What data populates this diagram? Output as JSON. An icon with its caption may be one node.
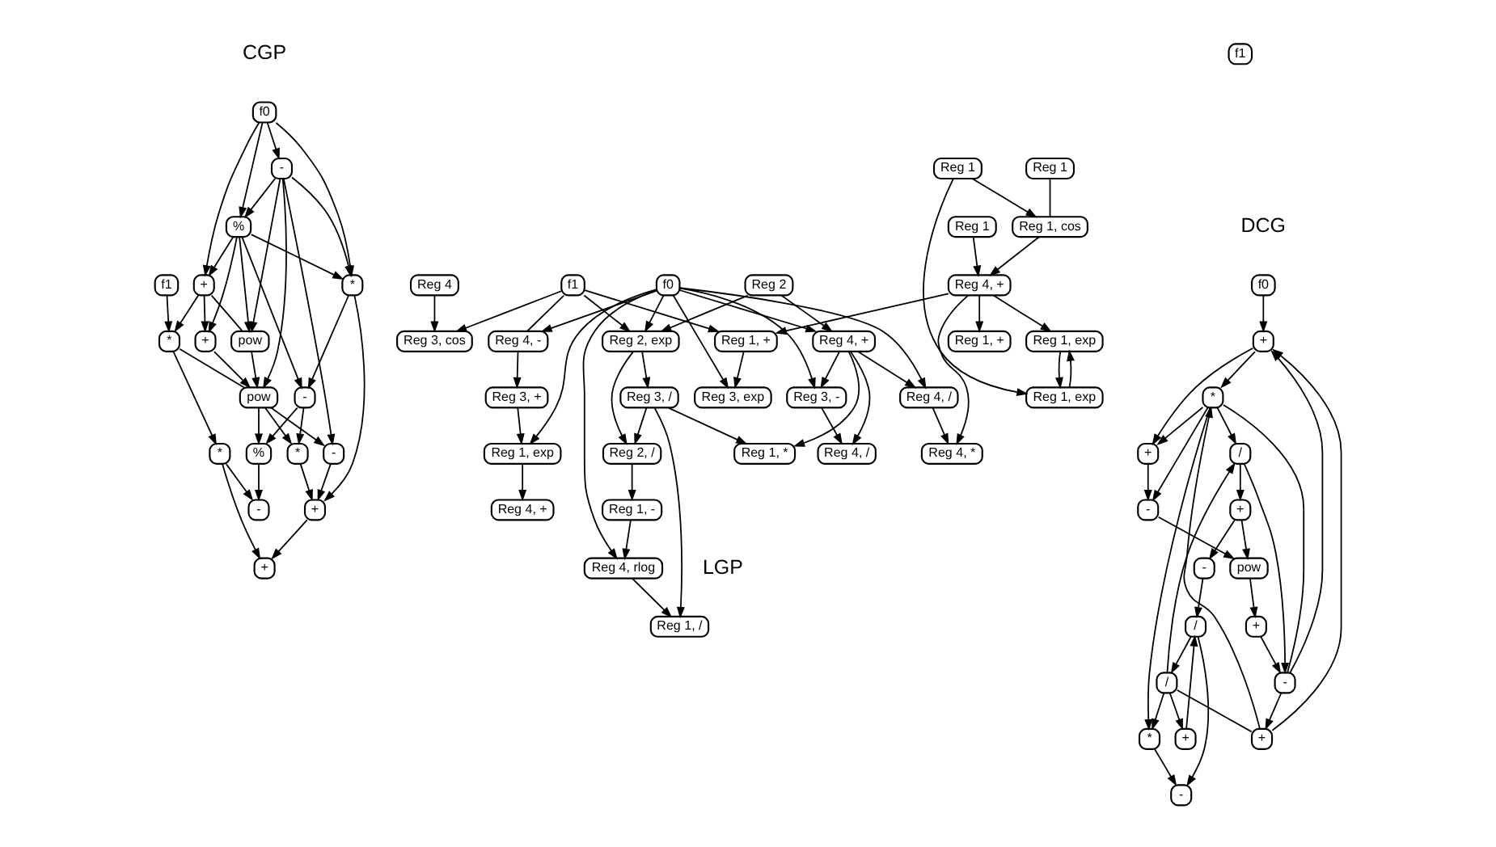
{
  "diagram": {
    "nodes": [
      {
        "text": [
          "f0"
        ]
      },
      {
        "text": [
          "f1"
        ]
      },
      {
        "text": [
          "-"
        ]
      },
      {
        "text": [
          "*"
        ]
      },
      {
        "text": [
          "-"
        ]
      },
      {
        "text": [
          "*"
        ]
      },
      {
        "text": [
          "%"
        ]
      },
      {
        "text": [
          "+"
        ]
      },
      {
        "text": [
          "%"
        ]
      },
      {
        "text": [
          "+"
        ]
      },
      {
        "text": [
          "+"
        ]
      },
      {
        "text": [
          "pow"
        ]
      },
      {
        "text": [
          "*"
        ]
      },
      {
        "text": [
          "+"
        ]
      },
      {
        "text": [
          "*"
        ]
      },
      {
        "text": [
          "pow"
        ]
      },
      {
        "text": [
          "-"
        ]
      },
      {
        "text": [
          "-"
        ]
      },
      {
        "text": [
          "f0"
        ]
      },
      {
        "text": [
          "f1"
        ]
      },
      {
        "text": [
          "-"
        ]
      },
      {
        "text": [
          "/"
        ]
      },
      {
        "text": [
          "/"
        ]
      },
      {
        "text": [
          "+"
        ]
      },
      {
        "text": [
          "/"
        ]
      },
      {
        "text": [
          "*"
        ]
      },
      {
        "text": [
          "+"
        ]
      },
      {
        "text": [
          "+"
        ]
      },
      {
        "text": [
          "+"
        ]
      },
      {
        "text": [
          "-"
        ]
      },
      {
        "text": [
          "*"
        ]
      },
      {
        "text": [
          "+"
        ]
      },
      {
        "text": [
          "-"
        ]
      },
      {
        "text": [
          "+"
        ]
      },
      {
        "text": [
          "pow"
        ]
      },
      {
        "text": [
          "-"
        ]
      },
      {
        "text": [
          "Reg 1, /"
        ]
      },
      {
        "text": [
          "Reg 3, /"
        ]
      },
      {
        "text": [
          "Reg 1, -"
        ]
      },
      {
        "text": [
          "Reg 4, /"
        ]
      },
      {
        "text": [
          "Reg 4, +"
        ]
      },
      {
        "text": [
          "Reg 3, +"
        ]
      },
      {
        "text": [
          "Reg 4, *"
        ]
      },
      {
        "text": [
          "Reg 1, exp"
        ]
      },
      {
        "text": [
          "Reg 1, +"
        ]
      },
      {
        "text": [
          "Reg 1"
        ]
      },
      {
        "text": [
          "Reg 1, *"
        ]
      },
      {
        "text": [
          "Reg 2, /"
        ]
      },
      {
        "text": [
          "Reg 3, -"
        ]
      },
      {
        "text": [
          "Reg 1, exp"
        ]
      },
      {
        "text": [
          "Reg 4, -"
        ]
      },
      {
        "text": [
          "Reg 1, exp"
        ]
      },
      {
        "text": [
          "Reg 4, +"
        ]
      },
      {
        "text": [
          "Reg 1, cos"
        ]
      },
      {
        "text": [
          "Reg 1"
        ]
      },
      {
        "text": [
          "Reg 4, rlog"
        ]
      },
      {
        "text": [
          "Reg 2, exp"
        ]
      },
      {
        "text": [
          "Reg 2"
        ]
      },
      {
        "text": [
          "Reg 4, +"
        ]
      },
      {
        "text": [
          "Reg 4, /"
        ]
      },
      {
        "text": [
          "Reg 1"
        ]
      },
      {
        "text": [
          "Reg 1, +"
        ]
      },
      {
        "text": [
          "Reg 3, exp"
        ]
      },
      {
        "text": [
          "Reg 4"
        ]
      },
      {
        "text": [
          "f0"
        ]
      },
      {
        "text": [
          "f1"
        ]
      },
      {
        "text": [
          "Reg 3, cos"
        ]
      }
    ],
    "edges": [
      {
        "from": 0,
        "to": 2,
        "arrow": "to"
      },
      {
        "from": 0,
        "to": 3,
        "arrow": "to"
      },
      {
        "from": 0,
        "to": 6,
        "arrow": "to"
      },
      {
        "from": 0,
        "to": 10,
        "arrow": "to"
      },
      {
        "from": 1,
        "to": 14,
        "arrow": "to"
      },
      {
        "from": 2,
        "to": 3,
        "arrow": "to"
      },
      {
        "from": 2,
        "to": 6,
        "arrow": "to"
      },
      {
        "from": 2,
        "to": 11,
        "arrow": "to"
      },
      {
        "from": 2,
        "to": 15,
        "arrow": "to"
      },
      {
        "from": 2,
        "to": 16,
        "arrow": "to"
      },
      {
        "from": 3,
        "to": 4,
        "arrow": "to"
      },
      {
        "from": 3,
        "to": 9,
        "arrow": "to"
      },
      {
        "from": 4,
        "to": 5,
        "arrow": "to"
      },
      {
        "from": 4,
        "to": 8,
        "arrow": "to"
      },
      {
        "from": 5,
        "to": 9,
        "arrow": "to"
      },
      {
        "from": 9,
        "to": 13,
        "arrow": "to"
      },
      {
        "from": 6,
        "to": 3,
        "arrow": "to"
      },
      {
        "from": 6,
        "to": 4,
        "arrow": "to"
      },
      {
        "from": 6,
        "to": 7,
        "arrow": "to"
      },
      {
        "from": 6,
        "to": 11,
        "arrow": "to"
      },
      {
        "from": 6,
        "to": 10,
        "arrow": "to"
      },
      {
        "from": 7,
        "to": 15,
        "arrow": "to"
      },
      {
        "from": 8,
        "to": 17,
        "arrow": "to"
      },
      {
        "from": 10,
        "to": 7,
        "arrow": "to"
      },
      {
        "from": 10,
        "to": 11,
        "arrow": "none"
      },
      {
        "from": 10,
        "to": 14,
        "arrow": "to"
      },
      {
        "from": 11,
        "to": 15,
        "arrow": "to"
      },
      {
        "from": 12,
        "to": 13,
        "arrow": "to"
      },
      {
        "from": 12,
        "to": 17,
        "arrow": "to"
      },
      {
        "from": 14,
        "to": 15,
        "arrow": "none"
      },
      {
        "from": 14,
        "to": 12,
        "arrow": "to"
      },
      {
        "from": 15,
        "to": 16,
        "arrow": "to"
      },
      {
        "from": 15,
        "to": 8,
        "arrow": "to"
      },
      {
        "from": 15,
        "to": 5,
        "arrow": "to"
      },
      {
        "from": 16,
        "to": 9,
        "arrow": "to"
      },
      {
        "from": 18,
        "to": 27,
        "arrow": "to"
      },
      {
        "from": 21,
        "to": 20,
        "arrow": "to"
      },
      {
        "from": 21,
        "to": 22,
        "arrow": "to"
      },
      {
        "from": 22,
        "to": 23,
        "arrow": "none"
      },
      {
        "from": 23,
        "to": 27,
        "arrow": "to"
      },
      {
        "from": 27,
        "to": 31,
        "arrow": "to"
      },
      {
        "from": 31,
        "to": 35,
        "arrow": "to"
      },
      {
        "from": 35,
        "to": 34,
        "arrow": "to"
      },
      {
        "from": 34,
        "to": 26,
        "arrow": "to"
      },
      {
        "from": 24,
        "to": 28,
        "arrow": "to"
      },
      {
        "from": 28,
        "to": 32,
        "arrow": "to"
      },
      {
        "from": 25,
        "to": 20,
        "arrow": "to"
      },
      {
        "from": 33,
        "to": 21,
        "arrow": "to"
      },
      {
        "from": 30,
        "to": 31,
        "arrow": "to"
      },
      {
        "from": 29,
        "to": 30,
        "arrow": "none"
      },
      {
        "from": 30,
        "to": 35,
        "arrow": "to"
      },
      {
        "from": 28,
        "to": 34,
        "arrow": "to"
      },
      {
        "from": 30,
        "to": 24,
        "arrow": "to"
      },
      {
        "from": 24,
        "to": 29,
        "arrow": "to"
      },
      {
        "from": 22,
        "to": 24,
        "arrow": "to"
      },
      {
        "from": 22,
        "to": 25,
        "arrow": "to"
      },
      {
        "from": 22,
        "to": 33,
        "arrow": "to"
      },
      {
        "from": 32,
        "to": 21,
        "arrow": "to"
      },
      {
        "from": 26,
        "to": 29,
        "arrow": "to"
      },
      {
        "from": 29,
        "to": 23,
        "arrow": "to"
      },
      {
        "from": 29,
        "to": 27,
        "arrow": "to"
      },
      {
        "from": 23,
        "to": 30,
        "arrow": "to"
      },
      {
        "from": 27,
        "to": 30,
        "arrow": "to"
      },
      {
        "from": 30,
        "to": 25,
        "arrow": "to"
      },
      {
        "from": 37,
        "to": 36,
        "arrow": "to"
      },
      {
        "from": 37,
        "to": 46,
        "arrow": "to"
      },
      {
        "from": 37,
        "to": 47,
        "arrow": "to"
      },
      {
        "from": 55,
        "to": 36,
        "arrow": "to"
      },
      {
        "from": 38,
        "to": 55,
        "arrow": "to"
      },
      {
        "from": 47,
        "to": 38,
        "arrow": "to"
      },
      {
        "from": 56,
        "to": 47,
        "arrow": "to"
      },
      {
        "from": 56,
        "to": 37,
        "arrow": "to"
      },
      {
        "from": 58,
        "to": 46,
        "arrow": "to"
      },
      {
        "from": 57,
        "to": 56,
        "arrow": "to"
      },
      {
        "from": 48,
        "to": 39,
        "arrow": "to"
      },
      {
        "from": 49,
        "to": 40,
        "arrow": "to"
      },
      {
        "from": 58,
        "to": 39,
        "arrow": "to"
      },
      {
        "from": 58,
        "to": 48,
        "arrow": "to"
      },
      {
        "from": 57,
        "to": 58,
        "arrow": "to"
      },
      {
        "from": 58,
        "to": 59,
        "arrow": "to"
      },
      {
        "from": 41,
        "to": 49,
        "arrow": "to"
      },
      {
        "from": 50,
        "to": 41,
        "arrow": "to"
      },
      {
        "from": 65,
        "to": 50,
        "arrow": "none"
      },
      {
        "from": 59,
        "to": 42,
        "arrow": "to"
      },
      {
        "from": 52,
        "to": 42,
        "arrow": "to"
      },
      {
        "from": 51,
        "to": 43,
        "arrow": "to"
      },
      {
        "from": 43,
        "to": 51,
        "arrow": "to"
      },
      {
        "from": 60,
        "to": 51,
        "arrow": "to"
      },
      {
        "from": 52,
        "to": 43,
        "arrow": "to"
      },
      {
        "from": 52,
        "to": 44,
        "arrow": "to"
      },
      {
        "from": 52,
        "to": 61,
        "arrow": "to"
      },
      {
        "from": 45,
        "to": 52,
        "arrow": "to"
      },
      {
        "from": 53,
        "to": 52,
        "arrow": "to"
      },
      {
        "from": 54,
        "to": 53,
        "arrow": "none"
      },
      {
        "from": 60,
        "to": 53,
        "arrow": "to"
      },
      {
        "from": 61,
        "to": 62,
        "arrow": "to"
      },
      {
        "from": 63,
        "to": 66,
        "arrow": "to"
      },
      {
        "from": 65,
        "to": 66,
        "arrow": "to"
      },
      {
        "from": 65,
        "to": 61,
        "arrow": "to"
      },
      {
        "from": 64,
        "to": 55,
        "arrow": "to"
      },
      {
        "from": 64,
        "to": 56,
        "arrow": "to"
      },
      {
        "from": 64,
        "to": 48,
        "arrow": "to"
      },
      {
        "from": 64,
        "to": 49,
        "arrow": "to"
      },
      {
        "from": 64,
        "to": 50,
        "arrow": "to"
      },
      {
        "from": 64,
        "to": 58,
        "arrow": "to"
      },
      {
        "from": 64,
        "to": 59,
        "arrow": "to"
      },
      {
        "from": 65,
        "to": 56,
        "arrow": "to"
      },
      {
        "from": 64,
        "to": 62,
        "arrow": "to"
      }
    ],
    "labels": [
      "CGP",
      "DCG",
      "LGP"
    ]
  }
}
